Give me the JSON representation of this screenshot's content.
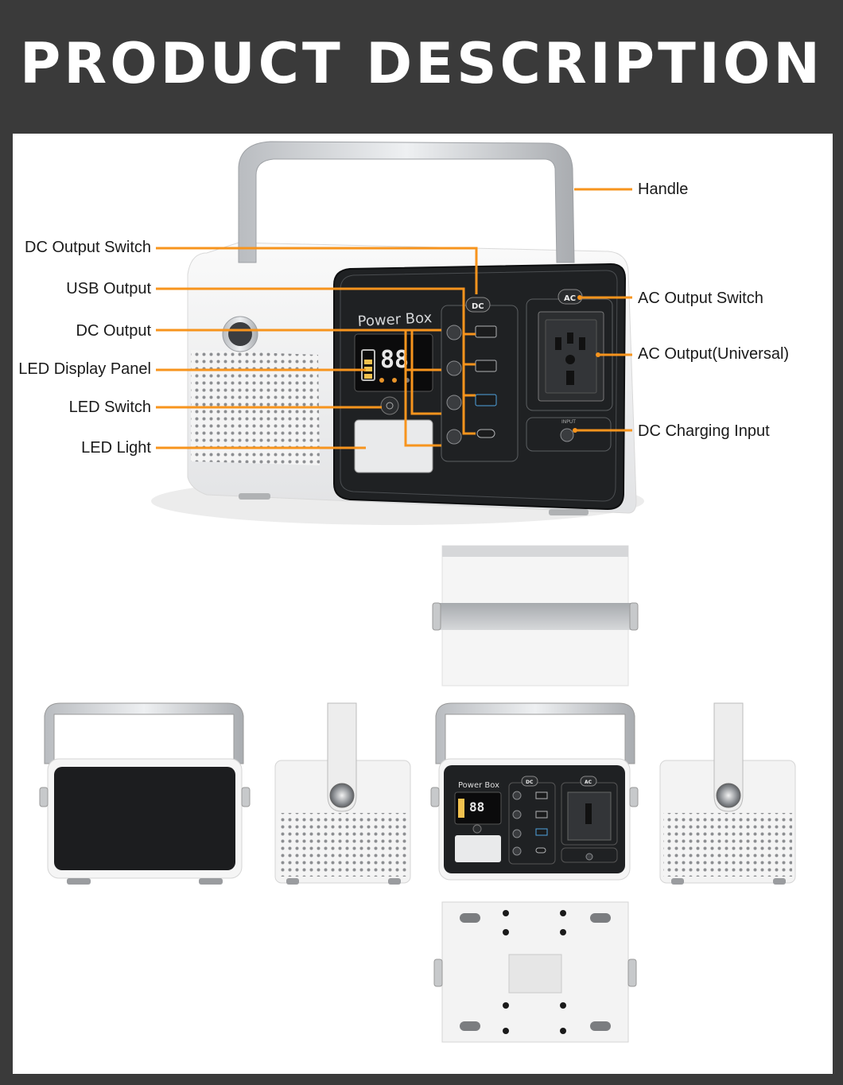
{
  "header": {
    "title": "PRODUCT DESCRIPTION"
  },
  "colors": {
    "accent": "#f7941d",
    "header_bg": "#3a3a3a",
    "panel_bg": "#ffffff"
  },
  "device": {
    "brand": "Power Box",
    "dc_badge": "DC",
    "ac_badge": "AC",
    "input_label": "INPUT",
    "display_digits": "88"
  },
  "callouts": {
    "handle": "Handle",
    "dc_output_switch": "DC Output Switch",
    "usb_output": "USB Output",
    "dc_output": "DC Output",
    "led_display_panel": "LED Display Panel",
    "led_switch": "LED Switch",
    "led_light": "LED Light",
    "ac_output_switch": "AC Output Switch",
    "ac_output_universal": "AC Output(Universal)",
    "dc_charging_input": "DC Charging Input"
  }
}
